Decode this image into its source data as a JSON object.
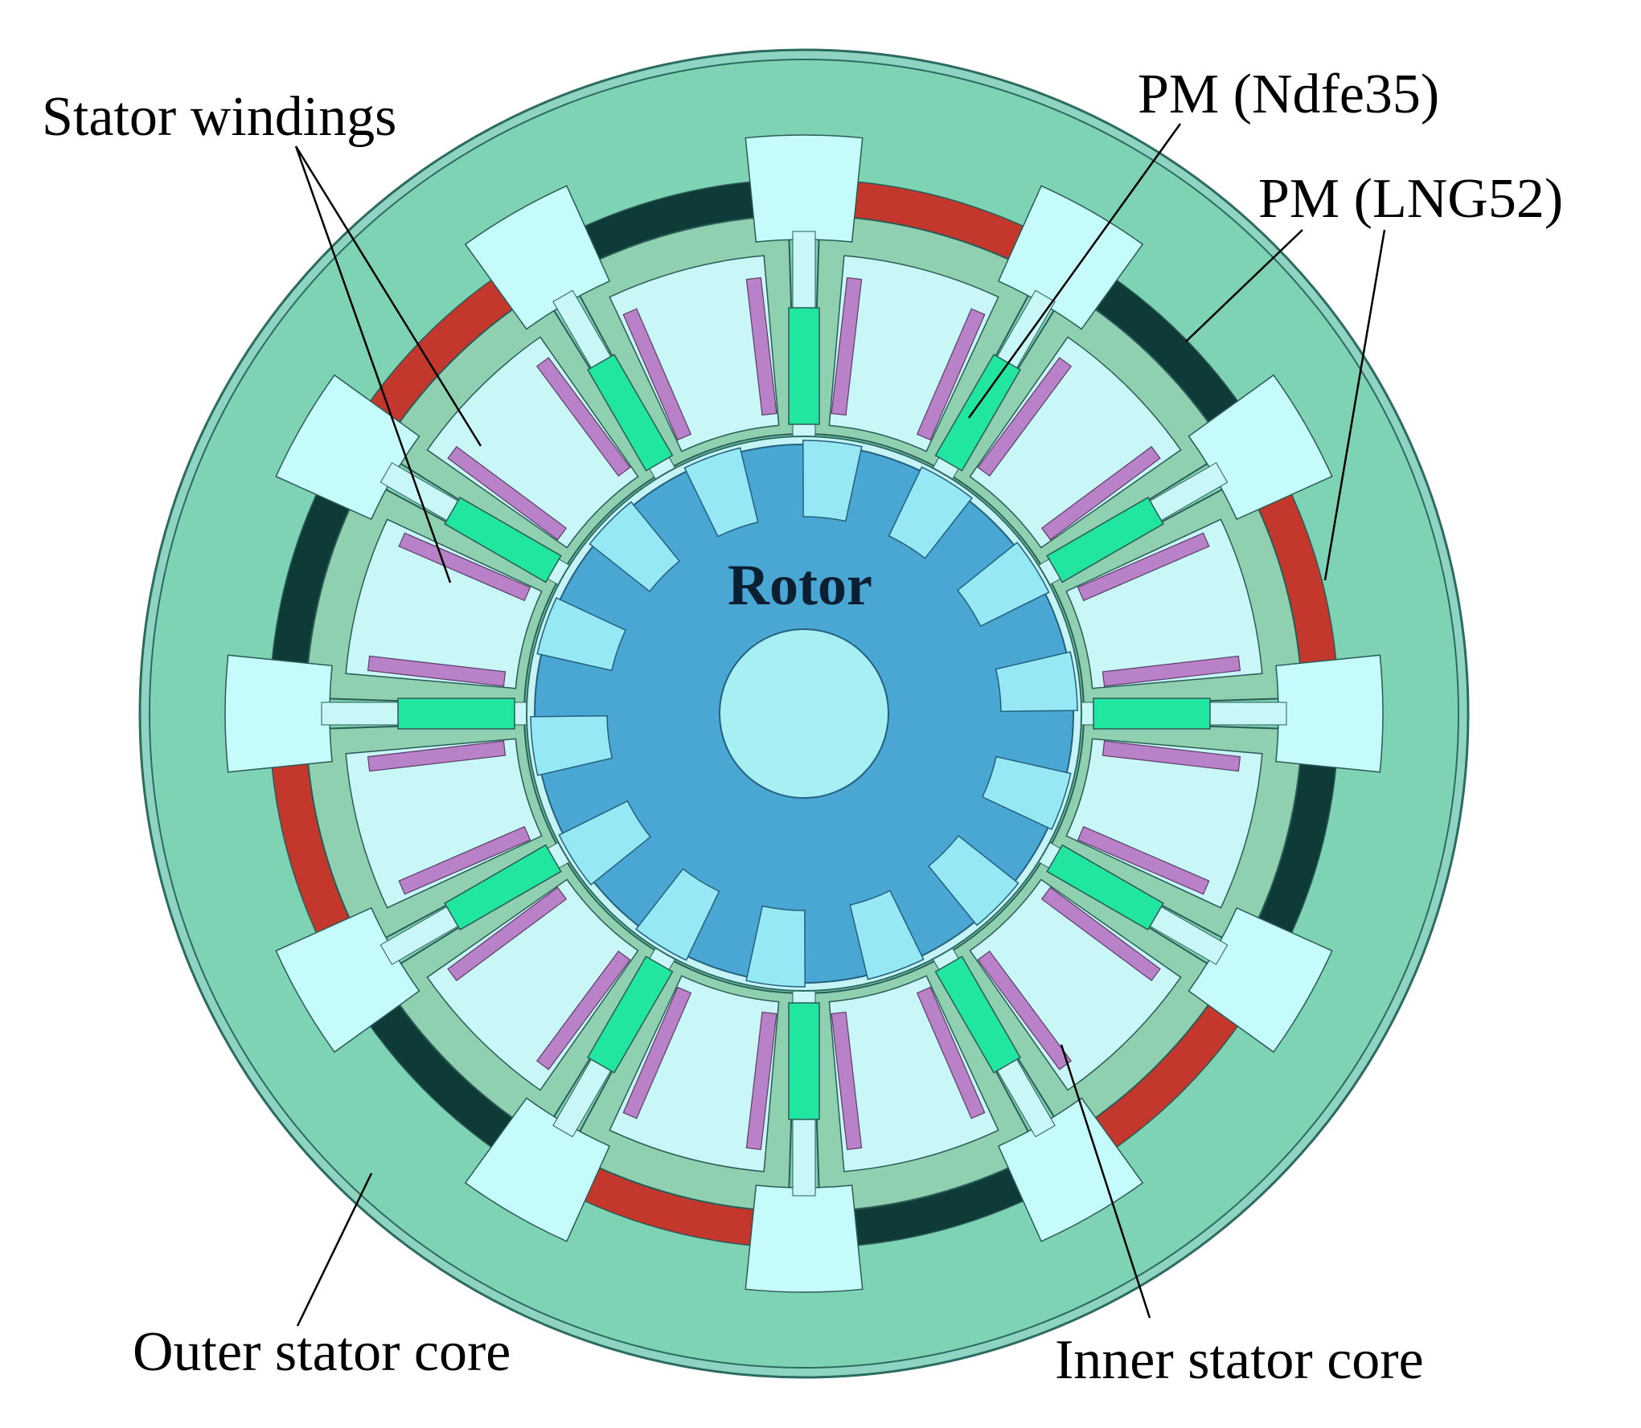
{
  "labels": {
    "stator_windings": "Stator windings",
    "pm_ndfe": "PM (Ndfe35)",
    "pm_lng": "PM (LNG52)",
    "rotor": "Rotor",
    "outer_stator_core": "Outer stator core",
    "inner_stator_core": "Inner stator core"
  },
  "colors": {
    "outer_core": "#7fd3b5",
    "inner_core": "#8ed0b0",
    "slot_light": "#c9f7f7",
    "tooth_cap": "#c6fbfb",
    "rotor": "#4aa6d3",
    "rotor_slot": "#96e8f4",
    "shaft": "#a6f0f4",
    "pm_ndfe": "#20e6a0",
    "pm_lng_red": "#c4372c",
    "pm_lng_dark": "#0e3b38",
    "winding": "#b982c8",
    "outline": "#2b5b55"
  }
}
